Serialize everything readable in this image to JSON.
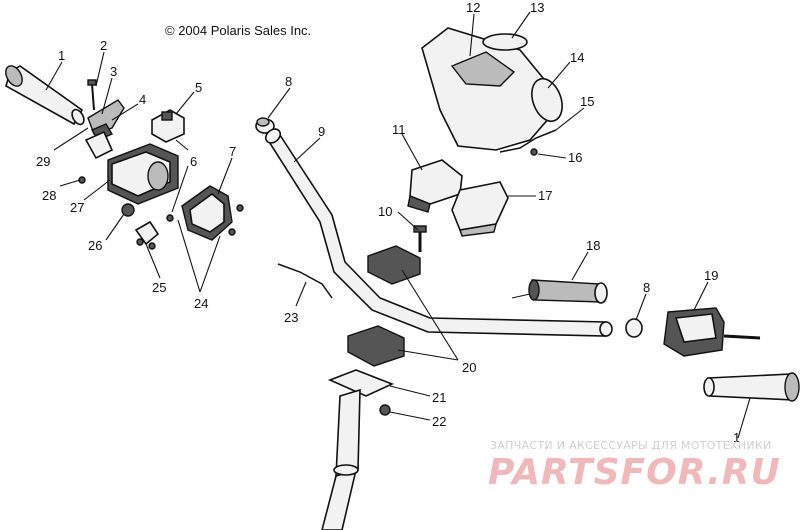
{
  "copyright": "© 2004 Polaris Sales Inc.",
  "watermark": {
    "tagline": "ЗАПЧАСТИ И АКСЕССУАРЫ ДЛЯ МОТОТЕХНИКИ",
    "brand": "PARTSFOR.RU"
  },
  "callouts": {
    "c1a": "1",
    "c1b": "1",
    "c2": "2",
    "c3": "3",
    "c4": "4",
    "c5": "5",
    "c6": "6",
    "c7": "7",
    "c8a": "8",
    "c8b": "8",
    "c9": "9",
    "c10": "10",
    "c11": "11",
    "c12": "12",
    "c13": "13",
    "c14": "14",
    "c15": "15",
    "c16": "16",
    "c17": "17",
    "c18": "18",
    "c19": "19",
    "c20": "20",
    "c21": "21",
    "c22": "22",
    "c23": "23",
    "c24": "24",
    "c25": "25",
    "c26": "26",
    "c27": "27",
    "c28": "28",
    "c29": "29"
  }
}
